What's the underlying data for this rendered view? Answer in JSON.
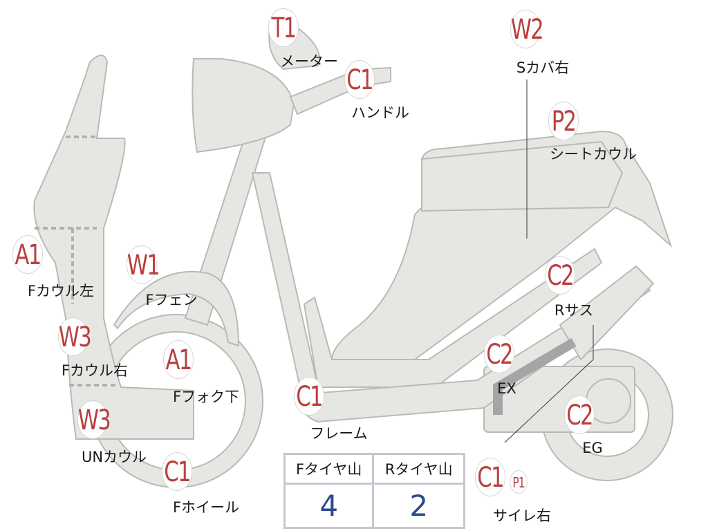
{
  "colors": {
    "badge_text": "#b8403f",
    "value_text": "#2c4a8c",
    "part_fill": "#e6e6e3",
    "part_stroke": "#b9b9b6"
  },
  "parts": [
    {
      "code": "T1",
      "label": "メーター"
    },
    {
      "code": "C1",
      "label": "ハンドル"
    },
    {
      "code": "W2",
      "label": "Sカバ右"
    },
    {
      "code": "P2",
      "label": "シートカウル"
    },
    {
      "code": "A1",
      "label": "Fカウル左"
    },
    {
      "code": "W1",
      "label": "Fフェン"
    },
    {
      "code": "C2",
      "label": "Rサス"
    },
    {
      "code": "W3",
      "label": "Fカウル右"
    },
    {
      "code": "A1",
      "label": "Fフォク下"
    },
    {
      "code": "C2",
      "label": "EX"
    },
    {
      "code": "C1",
      "label": "フレーム"
    },
    {
      "code": "C2",
      "label": "EG"
    },
    {
      "code": "W3",
      "label": "UNカウル"
    },
    {
      "code": "C1",
      "label": "Fホイール"
    },
    {
      "code": "C1",
      "code2": "P1",
      "label": "サイレ右"
    }
  ],
  "tires": {
    "front_label": "Fタイヤ山",
    "rear_label": "Rタイヤ山",
    "front_value": "4",
    "rear_value": "2"
  }
}
